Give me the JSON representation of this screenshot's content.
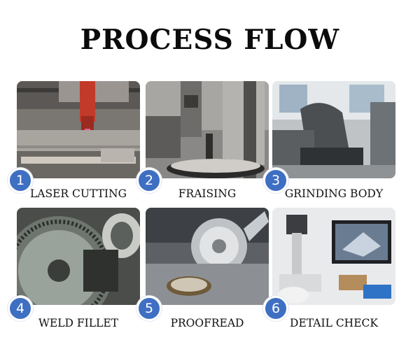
{
  "title": "PROCESS FLOW",
  "steps": [
    {
      "number": "1",
      "label": "LASER CUTTING"
    },
    {
      "number": "2",
      "label": "FRAISING"
    },
    {
      "number": "3",
      "label": "GRINDING BODY"
    },
    {
      "number": "4",
      "label": "WELD FILLET"
    },
    {
      "number": "5",
      "label": "PROOFREAD"
    },
    {
      "number": "6",
      "label": "DETAIL CHECK"
    }
  ],
  "colors": {
    "badge": "#3f6fc2",
    "title": "#0b0b0b"
  }
}
